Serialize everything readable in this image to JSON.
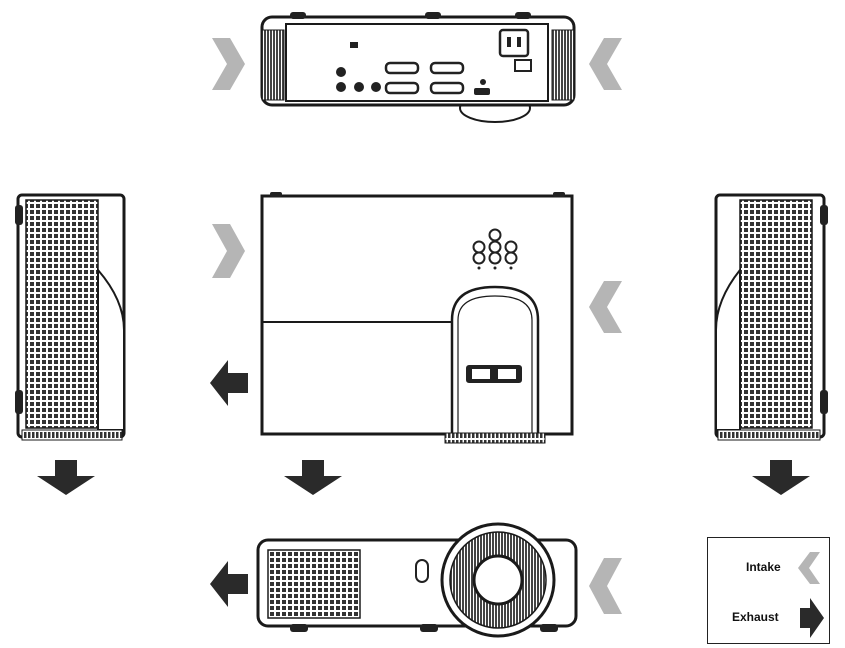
{
  "legend": {
    "intake_label": "Intake",
    "exhaust_label": "Exhaust"
  },
  "colors": {
    "intake_arrow": "#b5b5b5",
    "exhaust_arrow": "#2a2a2a",
    "outline": "#1a1a1a",
    "body_fill": "#ffffff"
  },
  "views": [
    "top-view-rear-panel",
    "left-side-view",
    "front-view",
    "right-side-view",
    "bottom-view-lens"
  ]
}
